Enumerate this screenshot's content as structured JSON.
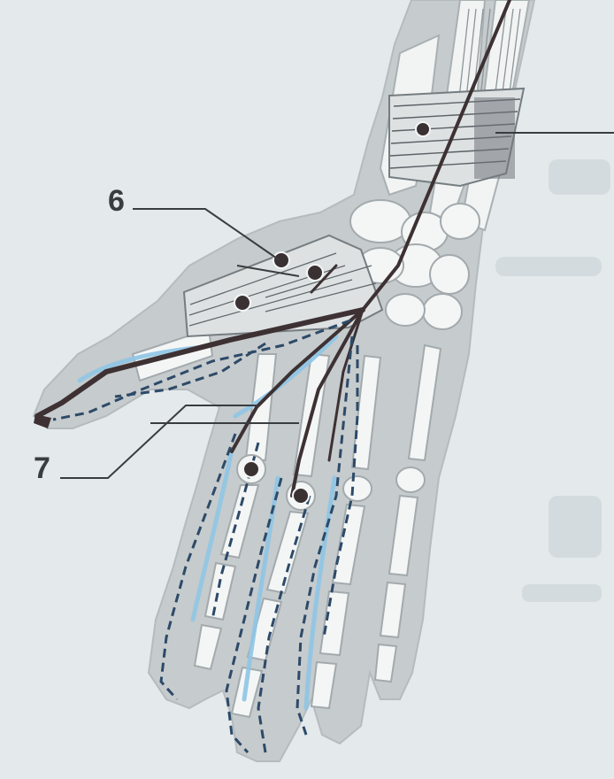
{
  "diagram": {
    "labels": [
      {
        "id": "label-6",
        "text": "6"
      },
      {
        "id": "label-7",
        "text": "7"
      }
    ],
    "colors": {
      "background": "#e4e9ec",
      "skin": "#c6cbcd",
      "bone": "#f4f6f6",
      "nerve": "#3d3133",
      "dashed_nerve": "#2d4a68",
      "highlight": "#8fc6e6",
      "ink": "#3a3d3f"
    }
  }
}
